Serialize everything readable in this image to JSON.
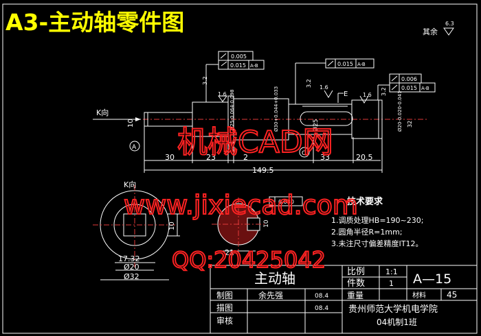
{
  "header": {
    "title": "A3-主动轴零件图"
  },
  "surface_note": {
    "label": "其余",
    "roughness": "6.3"
  },
  "main_view": {
    "view_label": "K向",
    "datum_a": "A",
    "datum_c": "C",
    "section_label": "E",
    "diameters": {
      "d1": "10",
      "d2": "Ø25-0.064-0.098",
      "d3": "Ø30+0.044+0.033",
      "d4": "Ø25",
      "d5": "Ø20-0.020-0.041",
      "d6": "32"
    },
    "lengths": [
      "30",
      "23",
      "2",
      "33",
      "20.5"
    ],
    "overall_length": "149.5",
    "roughness": [
      "3.2",
      "1.6",
      "3.2",
      "1.6",
      "1.6",
      "3.2"
    ],
    "tolerance_frames": [
      {
        "value": "0.005",
        "ref": ""
      },
      {
        "value": "0.015",
        "ref": "A-B"
      },
      {
        "value": "0.015",
        "ref": "A-B"
      },
      {
        "value": "0.006",
        "ref": ""
      },
      {
        "value": "0.015",
        "ref": "A-B"
      }
    ]
  },
  "k_view": {
    "label": "K向",
    "width": "10",
    "d_small": "17.32",
    "d_mid": "Ø20",
    "d_large": "Ø32"
  },
  "section_view": {
    "key_width": "10",
    "depth": "21",
    "tolerance": "0.030"
  },
  "watermark": {
    "line1": "机械CAD网",
    "line2": "www.jixiecad.com",
    "line3": "QQ:20425042"
  },
  "tech_req": {
    "title": "技术要求",
    "items": [
      "1.调质处理HB=190~230;",
      "2.圆角半径R=1mm;",
      "3.未注尺寸偏差精度IT12。"
    ]
  },
  "title_block": {
    "part_name": "主动轴",
    "scale_label": "比例",
    "scale_value": "1:1",
    "qty_label": "件数",
    "qty_value": "1",
    "drawing_no": "A—15",
    "row_draw": "制图",
    "drawer": "余先强",
    "draw_date": "08.4",
    "weight_label": "重量",
    "material_label": "材料",
    "material_value": "45",
    "row_trace": "描图",
    "trace_date": "08.4",
    "org": "贵州师范大学机电学院",
    "row_check": "审核",
    "class": "04机制1班"
  }
}
